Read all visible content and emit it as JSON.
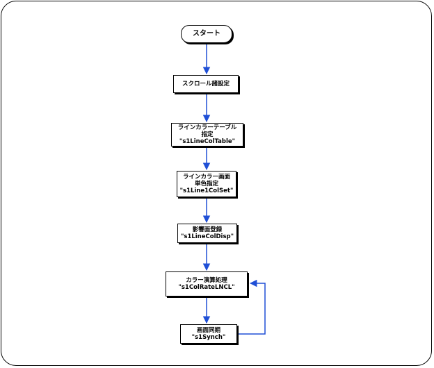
{
  "flowchart": {
    "nodes": [
      {
        "id": "start",
        "lines": [
          "スタート"
        ]
      },
      {
        "id": "scroll",
        "lines": [
          "スクロール諸設定"
        ]
      },
      {
        "id": "color-table",
        "lines": [
          "ラインカラーテーブル",
          "指定",
          "\"s1LineColTable\""
        ]
      },
      {
        "id": "color-set",
        "lines": [
          "ラインカラー画面",
          "単色指定",
          "\"s1Line1ColSet\""
        ]
      },
      {
        "id": "disp",
        "lines": [
          "影響面登録",
          "\"s1LineColDisp\""
        ]
      },
      {
        "id": "calc",
        "lines": [
          "カラー演算処理",
          "\"s1ColRateLNCL\""
        ]
      },
      {
        "id": "synch",
        "lines": [
          "画面同期",
          "\"s1Synch\""
        ]
      }
    ],
    "edges": [
      [
        "start",
        "scroll"
      ],
      [
        "scroll",
        "color-table"
      ],
      [
        "color-table",
        "color-set"
      ],
      [
        "color-set",
        "disp"
      ],
      [
        "disp",
        "calc"
      ],
      [
        "calc",
        "synch"
      ],
      [
        "synch",
        "calc"
      ]
    ],
    "colors": {
      "arrow": "#1f4fd6",
      "box_border": "#000000",
      "background": "#ffffff"
    }
  }
}
